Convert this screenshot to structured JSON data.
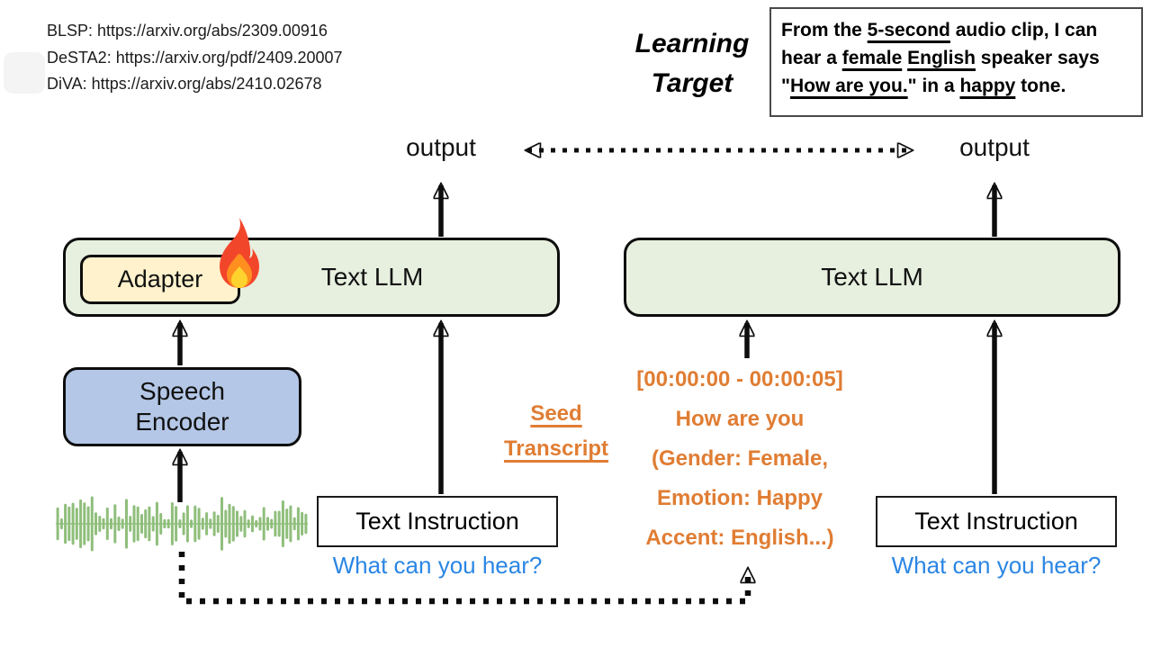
{
  "references": {
    "items": [
      "BLSP: https://arxiv.org/abs/2309.00916",
      "DeSTA2: https://arxiv.org/pdf/2409.20007",
      "DiVA: https://arxiv.org/abs/2410.02678"
    ]
  },
  "learning_target": {
    "line1": "Learning",
    "line2": "Target",
    "box_lines": [
      [
        {
          "t": "From the ",
          "u": false
        },
        {
          "t": "5-second",
          "u": true
        },
        {
          "t": " audio clip, I can",
          "u": false
        }
      ],
      [
        {
          "t": "hear a ",
          "u": false
        },
        {
          "t": "female",
          "u": true
        },
        {
          "t": " ",
          "u": false
        },
        {
          "t": "English",
          "u": true
        },
        {
          "t": " speaker says",
          "u": false
        }
      ],
      [
        {
          "t": "\"",
          "u": false
        },
        {
          "t": "How are you.",
          "u": true
        },
        {
          "t": "\" in a ",
          "u": false
        },
        {
          "t": "happy",
          "u": true
        },
        {
          "t": " tone.",
          "u": false
        }
      ]
    ]
  },
  "left_model": {
    "output_label": "output",
    "adapter_label": "Adapter",
    "llm_label": "Text LLM",
    "encoder_line1": "Speech",
    "encoder_line2": "Encoder",
    "instruction_label": "Text Instruction",
    "instruction_prompt": "What can you hear?"
  },
  "right_model": {
    "output_label": "output",
    "llm_label": "Text LLM",
    "instruction_label": "Text Instruction",
    "instruction_prompt": "What can you hear?",
    "seed_lines": [
      "[00:00:00 - 00:00:05]",
      "How are you",
      "(Gender: Female,",
      "Emotion: Happy",
      "Accent: English...)"
    ]
  },
  "seed_transcript": {
    "line1": "Seed",
    "line2": "Transcript"
  },
  "icons": {
    "fire_icon": "flame (trainable module)",
    "waveform_icon": "speech audio waveform"
  },
  "colors": {
    "llm_fill": "#e7efde",
    "adapter_fill": "#fff2cc",
    "encoder_fill": "#b4c7e7",
    "blue_text": "#2b86e4",
    "orange": "#e07d33",
    "waveform_green": "#8fbe7b"
  }
}
